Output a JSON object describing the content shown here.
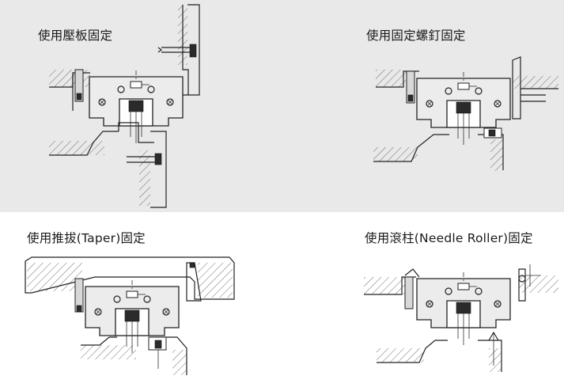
{
  "panels": [
    {
      "label": "使用壓板固定"
    },
    {
      "label": "使用固定螺釘固定"
    },
    {
      "label": "使用推拔(Taper)固定"
    },
    {
      "label": "使用滾柱(Needle Roller)固定"
    }
  ]
}
